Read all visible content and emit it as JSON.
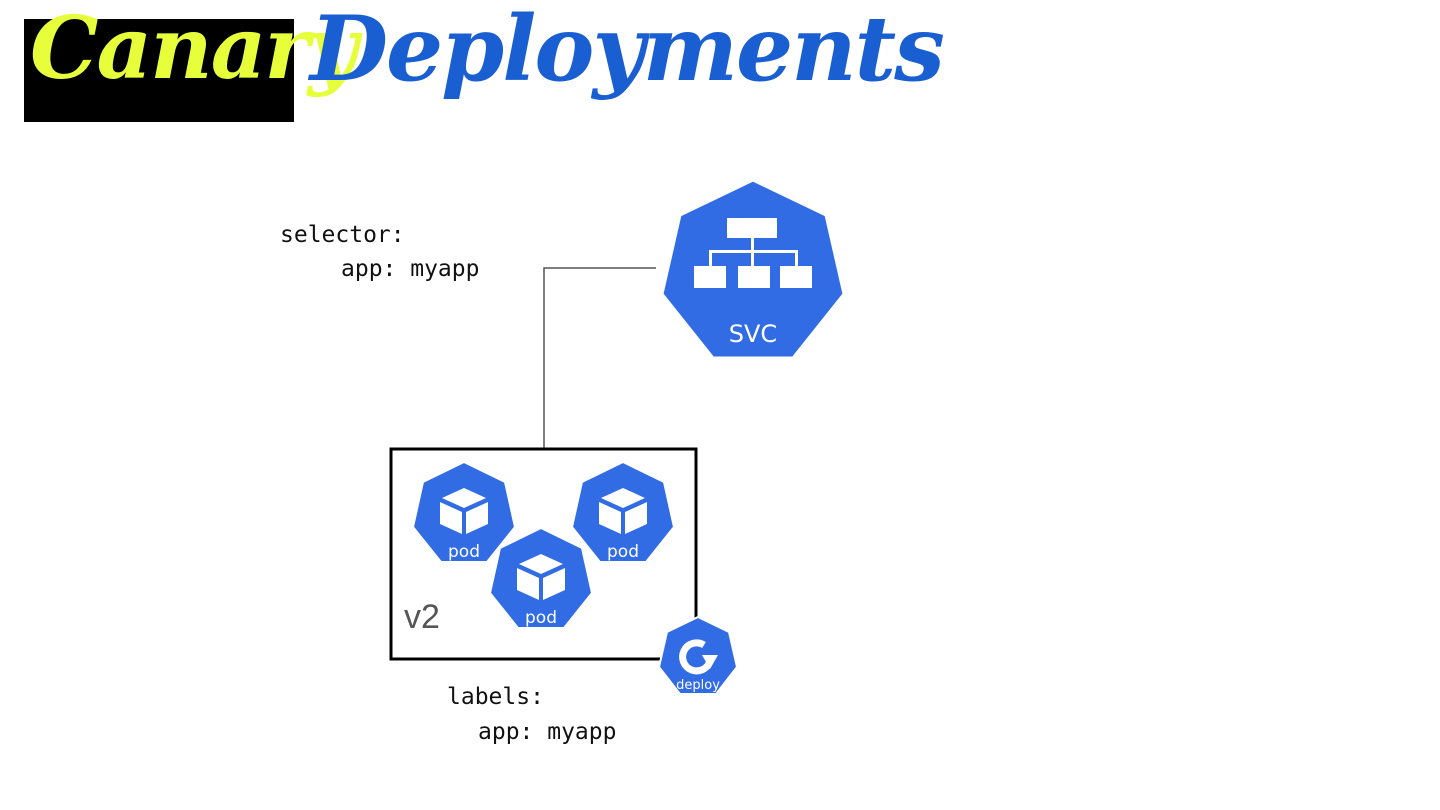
{
  "title": {
    "word1": "Canary",
    "word2": "Deployments"
  },
  "service": {
    "label": "SVC",
    "icon": "service-network-icon",
    "color": "#326ce5"
  },
  "selector": {
    "line1": "selector:",
    "line2": "app: myapp"
  },
  "deployment": {
    "version": "v2",
    "pods": [
      {
        "label": "pod"
      },
      {
        "label": "pod"
      },
      {
        "label": "pod"
      }
    ],
    "deploy_label": "deploy"
  },
  "labels": {
    "line1": "labels:",
    "line2": "app: myapp"
  },
  "colors": {
    "k8s_blue": "#326ce5",
    "title_yellow": "#e6ff3a",
    "title_blue": "#1a5fd1"
  }
}
